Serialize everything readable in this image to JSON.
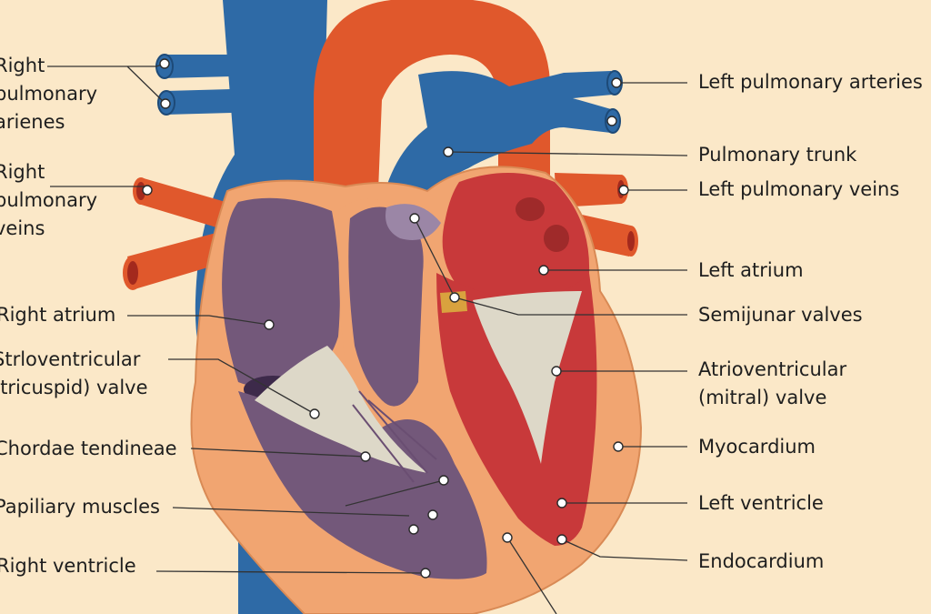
{
  "labels": {
    "right_pulmonary_arteries": "Right\npulmonary\narienes",
    "right_pulmonary_veins": "Right\npulmonary\nveins",
    "right_atrium": "Right atrium",
    "tricuspid_valve": "Strloventricular\n(tricuspid) valve",
    "chordae_tendineae": "Chordae tendineae",
    "papillary_muscles": "Papiliary muscles",
    "right_ventricle": "Right ventricle",
    "left_pulmonary_arteries": "Left pulmonary arteries",
    "pulmonary_trunk": "Pulmonary trunk",
    "left_pulmonary_veins": "Left pulmonary veins",
    "left_atrium": "Left atrium",
    "semilunar_valves": "Semijunar valves",
    "mitral_valve": "Atrioventricular\n(mitral) valve",
    "myocardium": "Myocardium",
    "left_ventricle": "Left ventricle",
    "endocardium": "Endocardium"
  },
  "colors": {
    "background": "#fbe8c8",
    "deoxygenated_vessel": "#2e6aa6",
    "oxygenated_vessel": "#e0582c",
    "right_chambers": "#73587a",
    "left_chambers": "#c8393a",
    "myocardium": "#f1a571",
    "valve_tissue": "#ddd8c8"
  }
}
